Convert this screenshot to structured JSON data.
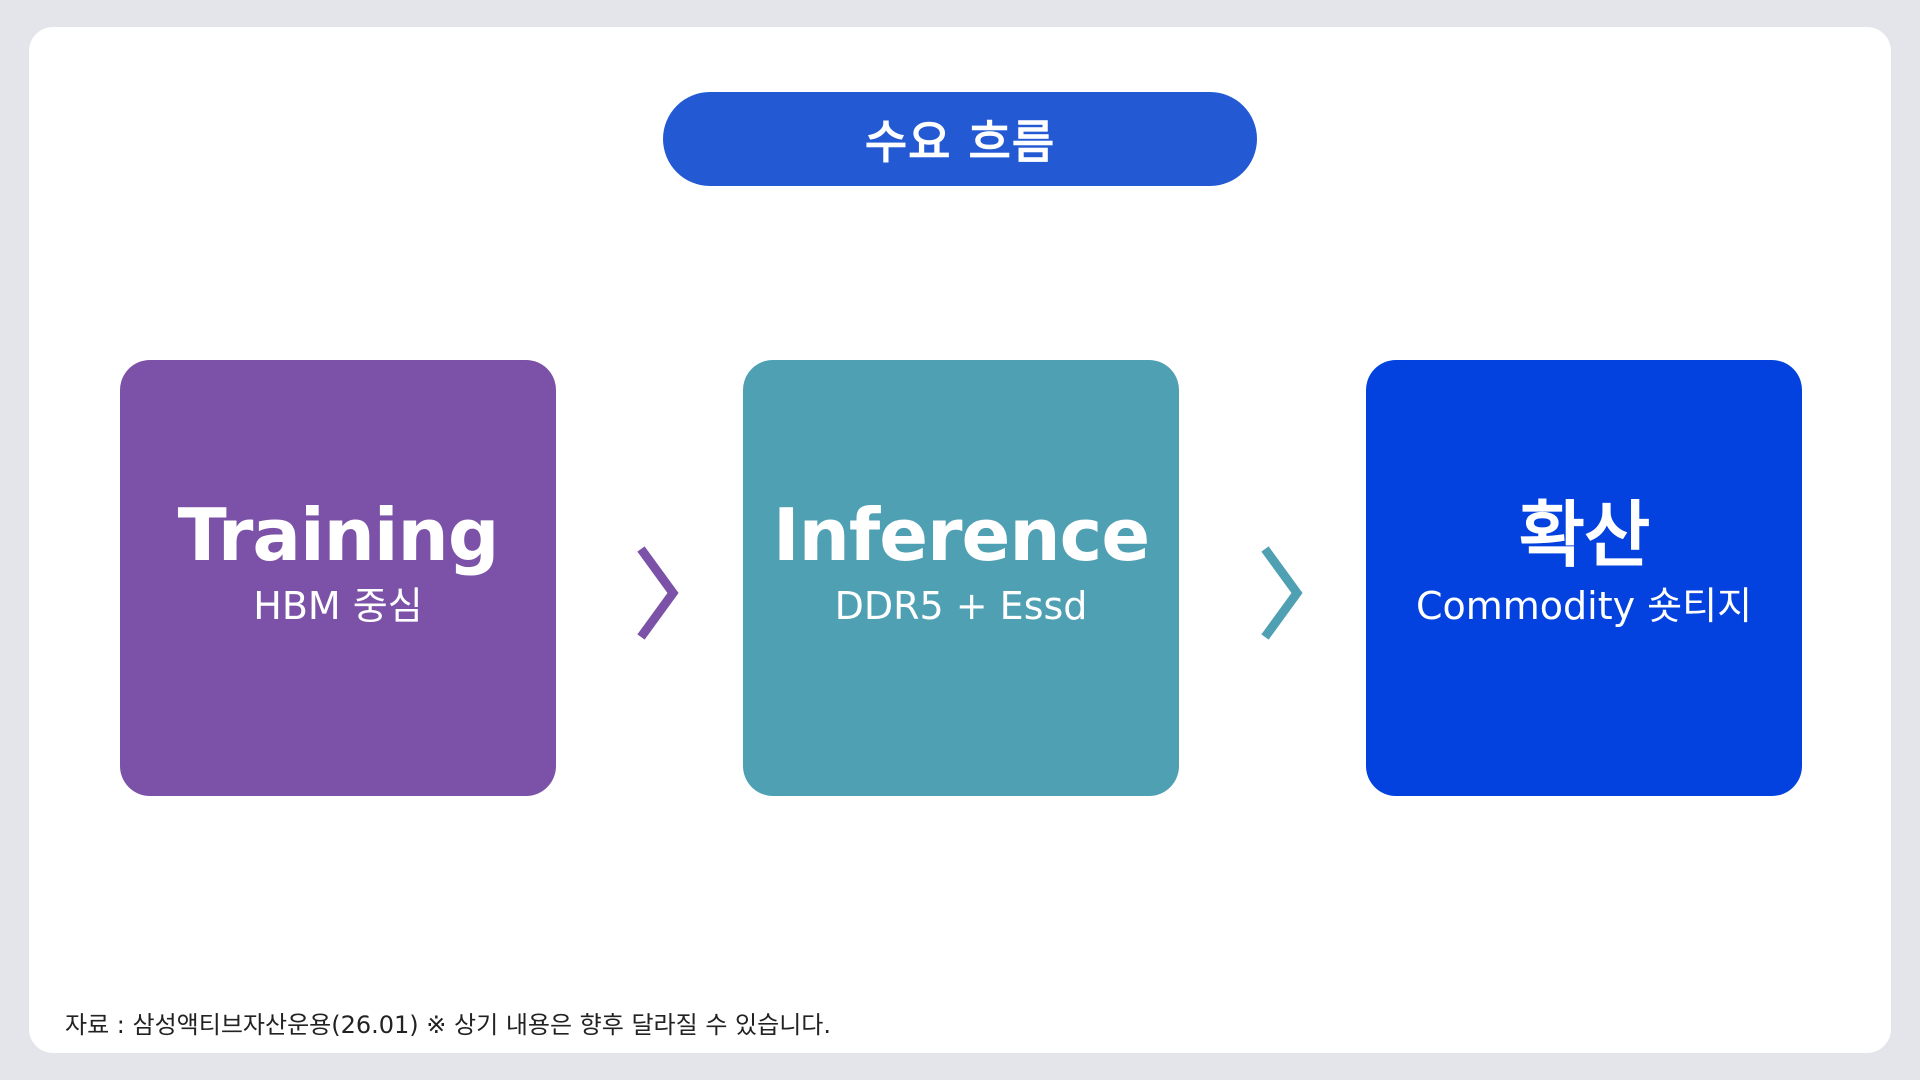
{
  "header": {
    "title": "수요 흐름"
  },
  "flow": [
    {
      "title": "Training",
      "subtitle": "HBM 중심",
      "color": "#7b52a8"
    },
    {
      "title": "Inference",
      "subtitle": "DDR5 + Essd",
      "color": "#50a0b4"
    },
    {
      "title": "확산",
      "subtitle": "Commodity 숏티지",
      "color": "#0342de"
    }
  ],
  "arrows": [
    {
      "icon": "chevron-right-icon",
      "color": "#7b52a8"
    },
    {
      "icon": "chevron-right-icon",
      "color": "#50a0b4"
    }
  ],
  "footnote": {
    "text": "자료 : 삼성액티브자산운용(26.01) ※ 상기 내용은 향후 달라질 수 있습니다."
  },
  "colors": {
    "background": "#e3e5ea",
    "card": "#ffffff",
    "header_pill": "#2459d4"
  }
}
